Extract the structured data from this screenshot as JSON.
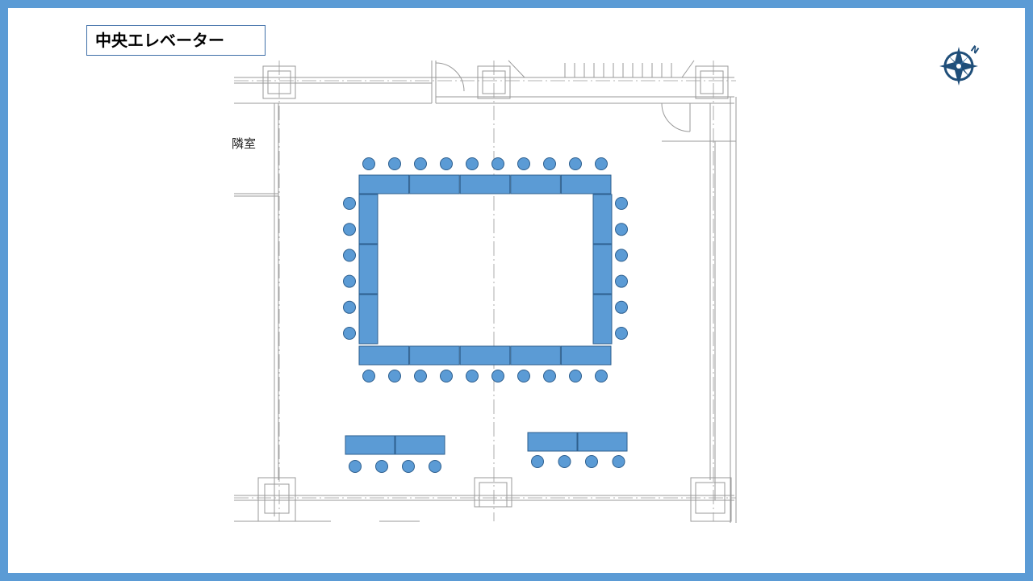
{
  "title": "中央エレベーター",
  "room_label": "隣室",
  "compass": {
    "icon": "compass-rose-icon",
    "north_label": "N"
  },
  "colors": {
    "frame": "#5b9bd5",
    "furniture_fill": "#5b9bd5",
    "furniture_stroke": "#2e5f8e",
    "plan_lines": "#9a9a9a",
    "compass": "#1f4e79"
  },
  "seating": {
    "main_layout": "hollow-square",
    "top_tables": 5,
    "bottom_tables": 5,
    "left_tables": 3,
    "right_tables": 3,
    "top_chairs": 10,
    "bottom_chairs": 10,
    "left_chairs": 6,
    "right_chairs": 6,
    "lower_left_tables": 2,
    "lower_left_chairs": 4,
    "lower_right_tables": 2,
    "lower_right_chairs": 4
  }
}
